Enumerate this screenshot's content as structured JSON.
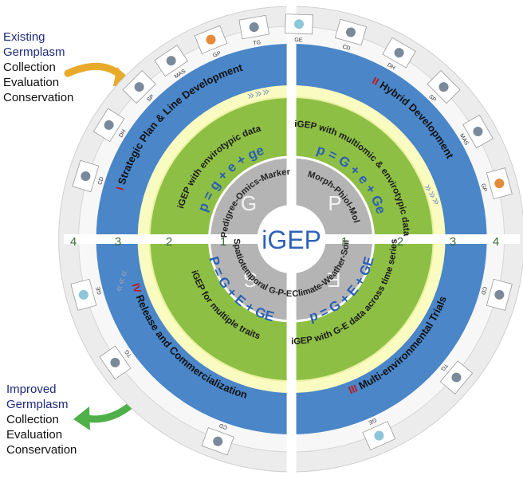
{
  "left_top": {
    "title_line1": "Existing",
    "title_line2": "Germplasm",
    "items": [
      "Collection",
      "Evaluation",
      "Conservation"
    ]
  },
  "left_bottom": {
    "title_line1": "Improved",
    "title_line2": "Germplasm",
    "items": [
      "Collection",
      "Evaluation",
      "Conservation"
    ]
  },
  "center": {
    "label": "iGEP"
  },
  "inner_ring": {
    "G": {
      "letter": "G",
      "label": "Pedigree-Omics-Marker"
    },
    "P": {
      "letter": "P",
      "label": "Morph-Phiol-Mol"
    },
    "S": {
      "letter": "S",
      "label": "Spatiotemporal G-P-E"
    },
    "E": {
      "letter": "E",
      "label": "Climate-Weather-Soil"
    }
  },
  "green_ring": {
    "tl": {
      "title": "iGEP with envirotypic data",
      "formula": "p = g + e + ge"
    },
    "tr": {
      "title": "iGEP with multiomic & envirotypic data",
      "formula": "p = G + e + Ge"
    },
    "bl": {
      "title": "iGEP for multiple traits",
      "formula": "P = G + E + GE"
    },
    "br": {
      "title": "iGEP with G-E data across time series",
      "formula": "p = G + E + GE"
    }
  },
  "blue_ring": {
    "tl": {
      "numeral": "I",
      "title": "Strategic Plan & Line Development"
    },
    "tr": {
      "numeral": "II",
      "title": "Hybrid Development"
    },
    "br": {
      "numeral": "III",
      "title": "Multi-environmental Trials"
    },
    "bl": {
      "numeral": "IV",
      "title": "Release and Commercialization"
    }
  },
  "arrows": {
    "tl": "»»»",
    "tr": "»»»",
    "bl": "«««",
    "br": "»»»"
  },
  "ring_numbers": {
    "left": [
      "4",
      "3",
      "2",
      "1"
    ],
    "right": [
      "1",
      "2",
      "3",
      "4"
    ]
  },
  "tool_labels": {
    "tl": [
      "CD",
      "DH",
      "SP",
      "MAS",
      "GP",
      "TG",
      "GE"
    ],
    "tr": [
      "CD",
      "DH",
      "SP",
      "MAS",
      "GP"
    ],
    "br": [
      "CD",
      "TG",
      "GE"
    ],
    "bl": [
      "GE",
      "TG",
      "CD"
    ]
  },
  "colors": {
    "blue": "#4a86c8",
    "green": "#8ebf45",
    "yellow": "#fafbc0",
    "gray": "#b4b4b4",
    "outer": "#ececec",
    "formula": "#2a5fb4",
    "numeral_red": "#c01818",
    "arrow_gold": "#e8aa2a",
    "arrow_green": "#4fb04a",
    "title_blue": "#1f2a7a"
  }
}
